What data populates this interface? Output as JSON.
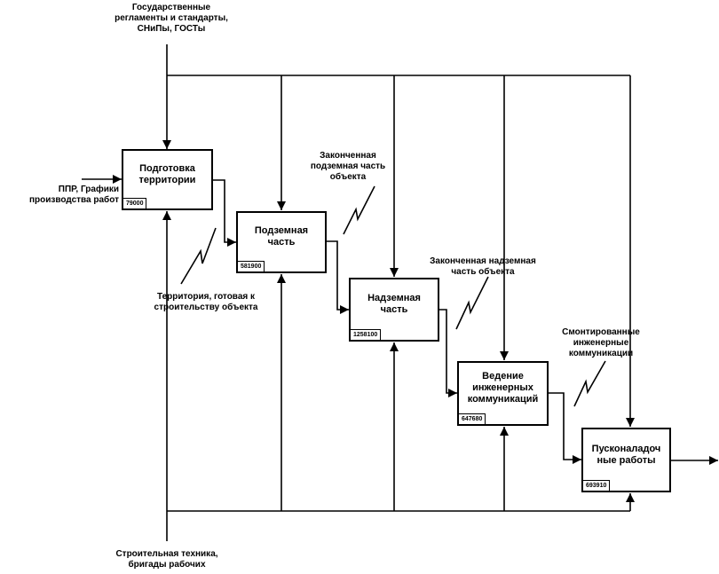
{
  "labels": {
    "top_control": "Государственные\nрегламенты и стандарты,\nСНиПы, ГОСТы",
    "left_input": "ППР, Графики\nпроизводства работ",
    "bottom_mechanism": "Строительная техника,\nбригады рабочих",
    "out_territory": "Территория, готовая к\nстроительству объекта",
    "out_underground": "Законченная\nподземная часть\nобъекта",
    "out_aboveground": "Законченная надземная\nчасть объекта",
    "out_communications": "Смонтированные\nинженерные\nкоммуникации"
  },
  "boxes": [
    {
      "id": "territory",
      "title": "Подготовка\nтерритории",
      "cost": "79000"
    },
    {
      "id": "underground",
      "title": "Подземная\nчасть",
      "cost": "581900"
    },
    {
      "id": "aboveground",
      "title": "Надземная\nчасть",
      "cost": "1258100"
    },
    {
      "id": "communications",
      "title": "Ведение\nинженерных\nкоммуникаций",
      "cost": "647680"
    },
    {
      "id": "commissioning",
      "title": "Пусконаладоч\nные работы",
      "cost": "693910"
    }
  ],
  "colors": {
    "line": "#000000",
    "background": "#ffffff"
  }
}
